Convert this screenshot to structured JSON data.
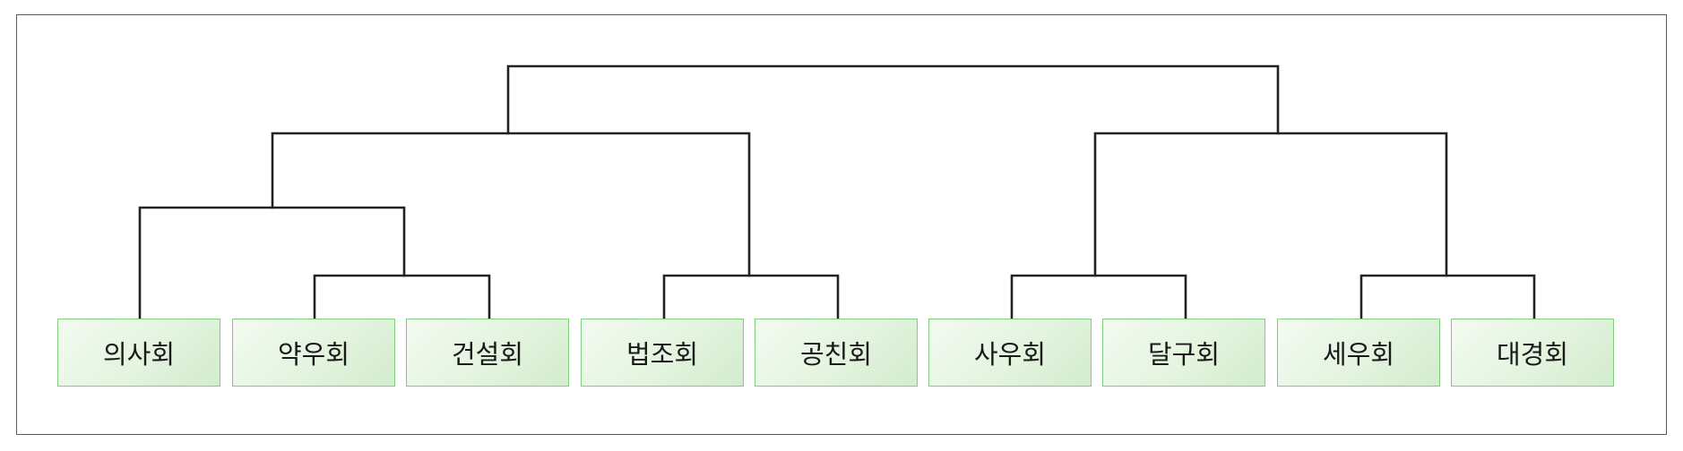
{
  "diagram": {
    "type": "tree",
    "colors": {
      "line": "#222222",
      "leaf_border": "#7fcf7f",
      "leaf_fill": "#e3f4df",
      "frame": "#5a5a5a"
    },
    "leaves": [
      "의사회",
      "약우회",
      "건설회",
      "법조회",
      "공친회",
      "사우회",
      "달구회",
      "세우회",
      "대경회"
    ],
    "groups": [
      {
        "children": [
          "약우회",
          "건설회"
        ]
      },
      {
        "children": [
          "의사회",
          [
            "약우회",
            "건설회"
          ]
        ]
      },
      {
        "children": [
          "법조회",
          "공친회"
        ]
      },
      {
        "children": [
          [
            "의사회",
            "약우회",
            "건설회"
          ],
          [
            "법조회",
            "공친회"
          ]
        ]
      },
      {
        "children": [
          "사우회",
          "달구회"
        ]
      },
      {
        "children": [
          "세우회",
          "대경회"
        ]
      },
      {
        "children": [
          [
            "사우회",
            "달구회"
          ],
          [
            "세우회",
            "대경회"
          ]
        ]
      },
      {
        "children": [
          "left-group",
          "right-group"
        ]
      }
    ]
  }
}
